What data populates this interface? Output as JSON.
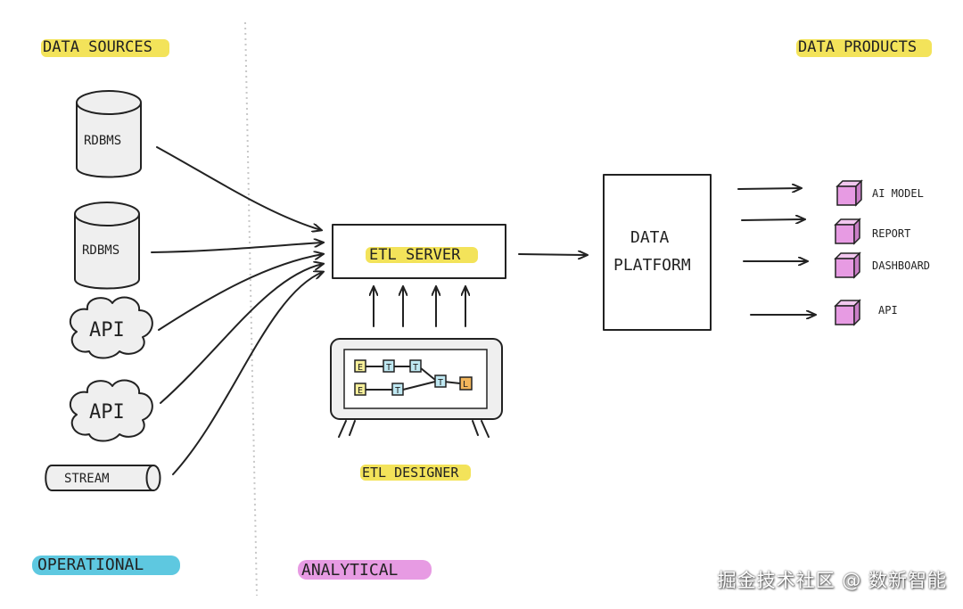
{
  "headers": {
    "data_sources": "DATA SOURCES",
    "data_products": "DATA PRODUCTS",
    "operational": "OPERATIONAL",
    "analytical": "ANALYTICAL"
  },
  "sources": {
    "rdbms_1": "RDBMS",
    "rdbms_2": "RDBMS",
    "api_1": "API",
    "api_2": "API",
    "stream": "STREAM"
  },
  "etl_server": "ETL SERVER",
  "etl_designer": "ETL DESIGNER",
  "designer_nodes": {
    "n1": "E",
    "n2": "T",
    "n3": "T",
    "n4": "E",
    "n5": "T",
    "n6": "T",
    "n7": "L"
  },
  "platform": {
    "line1": "DATA",
    "line2": "PLATFORM"
  },
  "products": {
    "p1": "AI MODEL",
    "p2": "REPORT",
    "p3": "DASHBOARD",
    "p4": "API"
  },
  "watermark": "掘金技术社区 @ 数新智能",
  "colors": {
    "yellow_highlight": "#f3e35a",
    "blue_highlight": "#5ec8e0",
    "pink_highlight": "#e79be3",
    "cube": "#e79be3"
  }
}
